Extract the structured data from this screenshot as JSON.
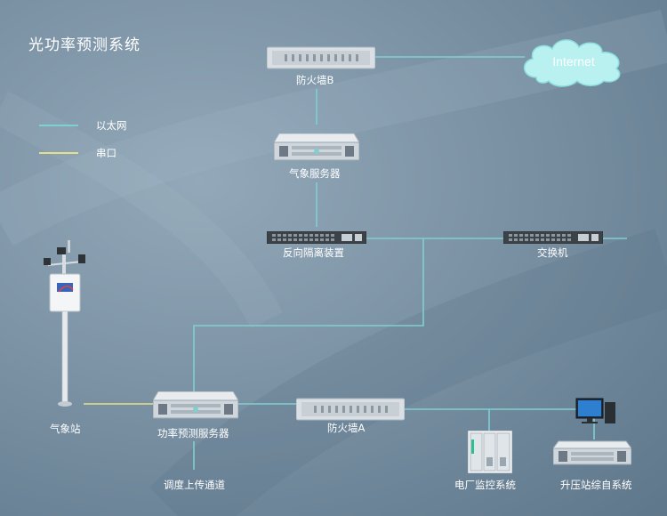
{
  "title": "光功率预测系统",
  "legend": {
    "ethernet_label": "以太网",
    "serial_label": "串口",
    "ethernet_color": "#7fd0d0",
    "serial_color": "#e6e08a"
  },
  "cloud": {
    "label": "Internet"
  },
  "nodes": {
    "firewall_b": "防火墙B",
    "weather_server": "气象服务器",
    "isolation_device": "反向隔离装置",
    "switch": "交换机",
    "weather_station": "气象站",
    "power_server": "功率预测服务器",
    "firewall_a": "防火墙A",
    "dispatch_channel": "调度上传通道",
    "plant_monitor": "电厂监控系统",
    "substation_system": "升压站综自系统"
  }
}
